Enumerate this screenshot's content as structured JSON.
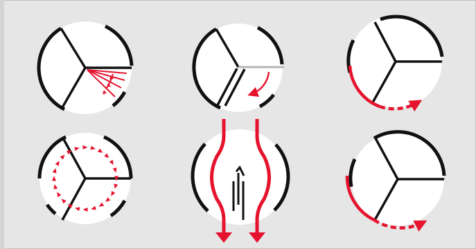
{
  "figure": {
    "colors": {
      "background": "#e6e6e6",
      "frame": "#bfbfbf",
      "circle_fill": "#ffffff",
      "ink": "#111111",
      "accent": "#e5132d",
      "grey_line": "#b5b5b5"
    },
    "panels": [
      {
        "id": "cone",
        "description_icon": "ray-fan-icon"
      },
      {
        "id": "split-rotation",
        "description_icon": "split-arrow-icon"
      },
      {
        "id": "outer-rotation",
        "description_icon": "dashed-arc-arrow-icon"
      },
      {
        "id": "circulating",
        "description_icon": "dotted-ring-icon"
      },
      {
        "id": "flow-through",
        "description_icon": "flow-arrows-icon"
      },
      {
        "id": "outer-rotation-lower",
        "description_icon": "dashed-arc-arrow-icon"
      }
    ]
  }
}
